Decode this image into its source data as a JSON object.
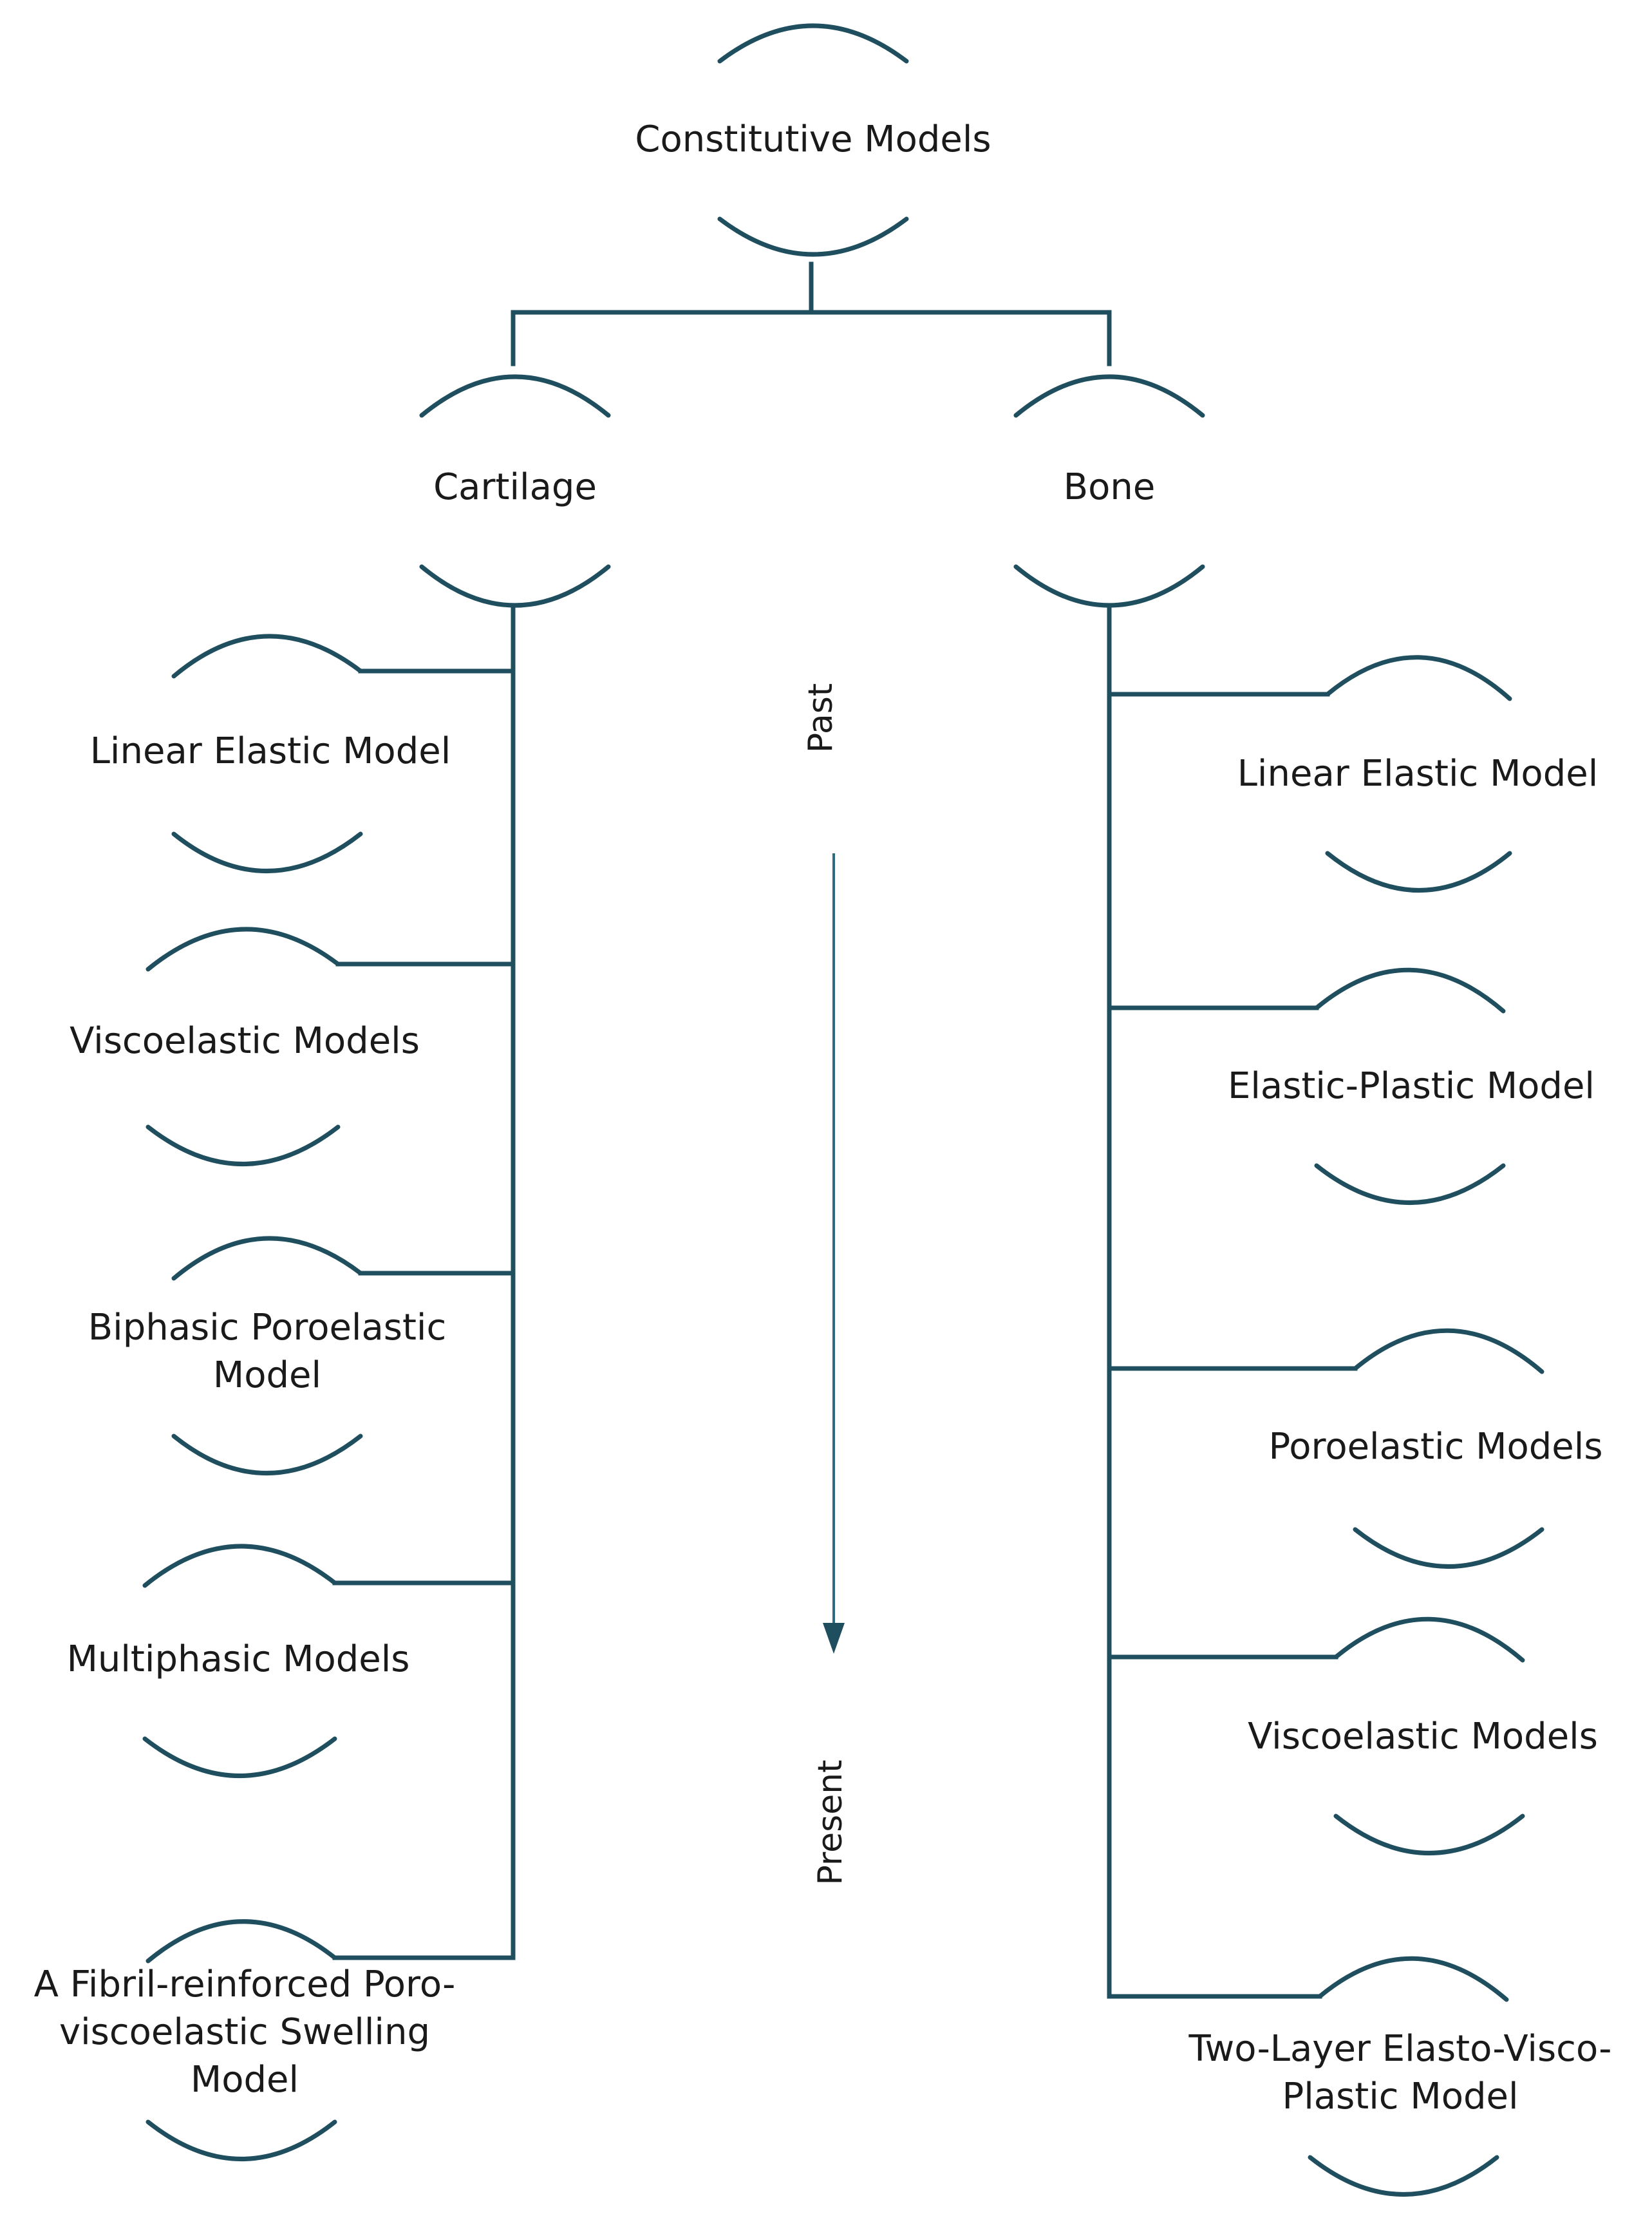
{
  "root": {
    "label": "Constitutive Models"
  },
  "branches": {
    "cartilage": {
      "label": "Cartilage",
      "models": [
        "Linear Elastic Model",
        "Viscoelastic Models",
        "Biphasic Poroelastic Model",
        "Multiphasic Models",
        "A Fibril-reinforced Poro-viscoelastic Swelling Model"
      ]
    },
    "bone": {
      "label": "Bone",
      "models": [
        "Linear Elastic Model",
        "Elastic-Plastic Model",
        "Poroelastic Models",
        "Viscoelastic Models",
        "Two-Layer Elasto-Visco-Plastic Model"
      ]
    }
  },
  "timeline": {
    "start": "Past",
    "end": "Present"
  },
  "colors": {
    "line": "#1f4e5f",
    "arrow": "#2e6a80",
    "text": "#1a1a1a"
  }
}
